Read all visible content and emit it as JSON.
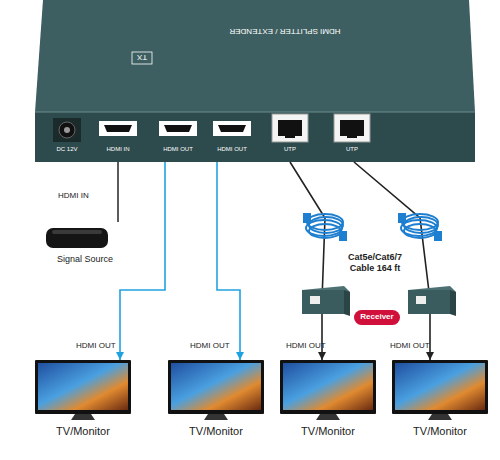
{
  "diagram": {
    "nodes": [
      {
        "text": [
          "HDMI SPLITTER / EXTENDER",
          "TX",
          "DC 12V",
          "HDMI IN",
          "HDMI OUT",
          "HDMI OUT",
          "UTP",
          "UTP"
        ]
      },
      {
        "text": [
          "Signal Source"
        ]
      },
      {
        "text": [
          "Receiver"
        ]
      },
      {
        "text": [
          "TV/Monitor"
        ]
      },
      {
        "text": [
          "TV/Monitor"
        ]
      },
      {
        "text": [
          "TV/Monitor"
        ]
      },
      {
        "text": [
          "TV/Monitor"
        ]
      }
    ],
    "edges": [
      {
        "from": 1,
        "to": 0,
        "label": "HDMI IN",
        "arrow": "none"
      },
      {
        "from": 0,
        "to": 3,
        "label": "HDMI OUT",
        "arrow": "to"
      },
      {
        "from": 0,
        "to": 4,
        "label": "HDMI OUT",
        "arrow": "to"
      },
      {
        "from": 0,
        "to": 5,
        "label": "HDMI OUT",
        "arrow": "to"
      },
      {
        "from": 0,
        "to": 6,
        "label": "HDMI OUT",
        "arrow": "to"
      }
    ],
    "labels": [
      "Cat5e/Cat6/7 Cable 164 ft"
    ]
  }
}
